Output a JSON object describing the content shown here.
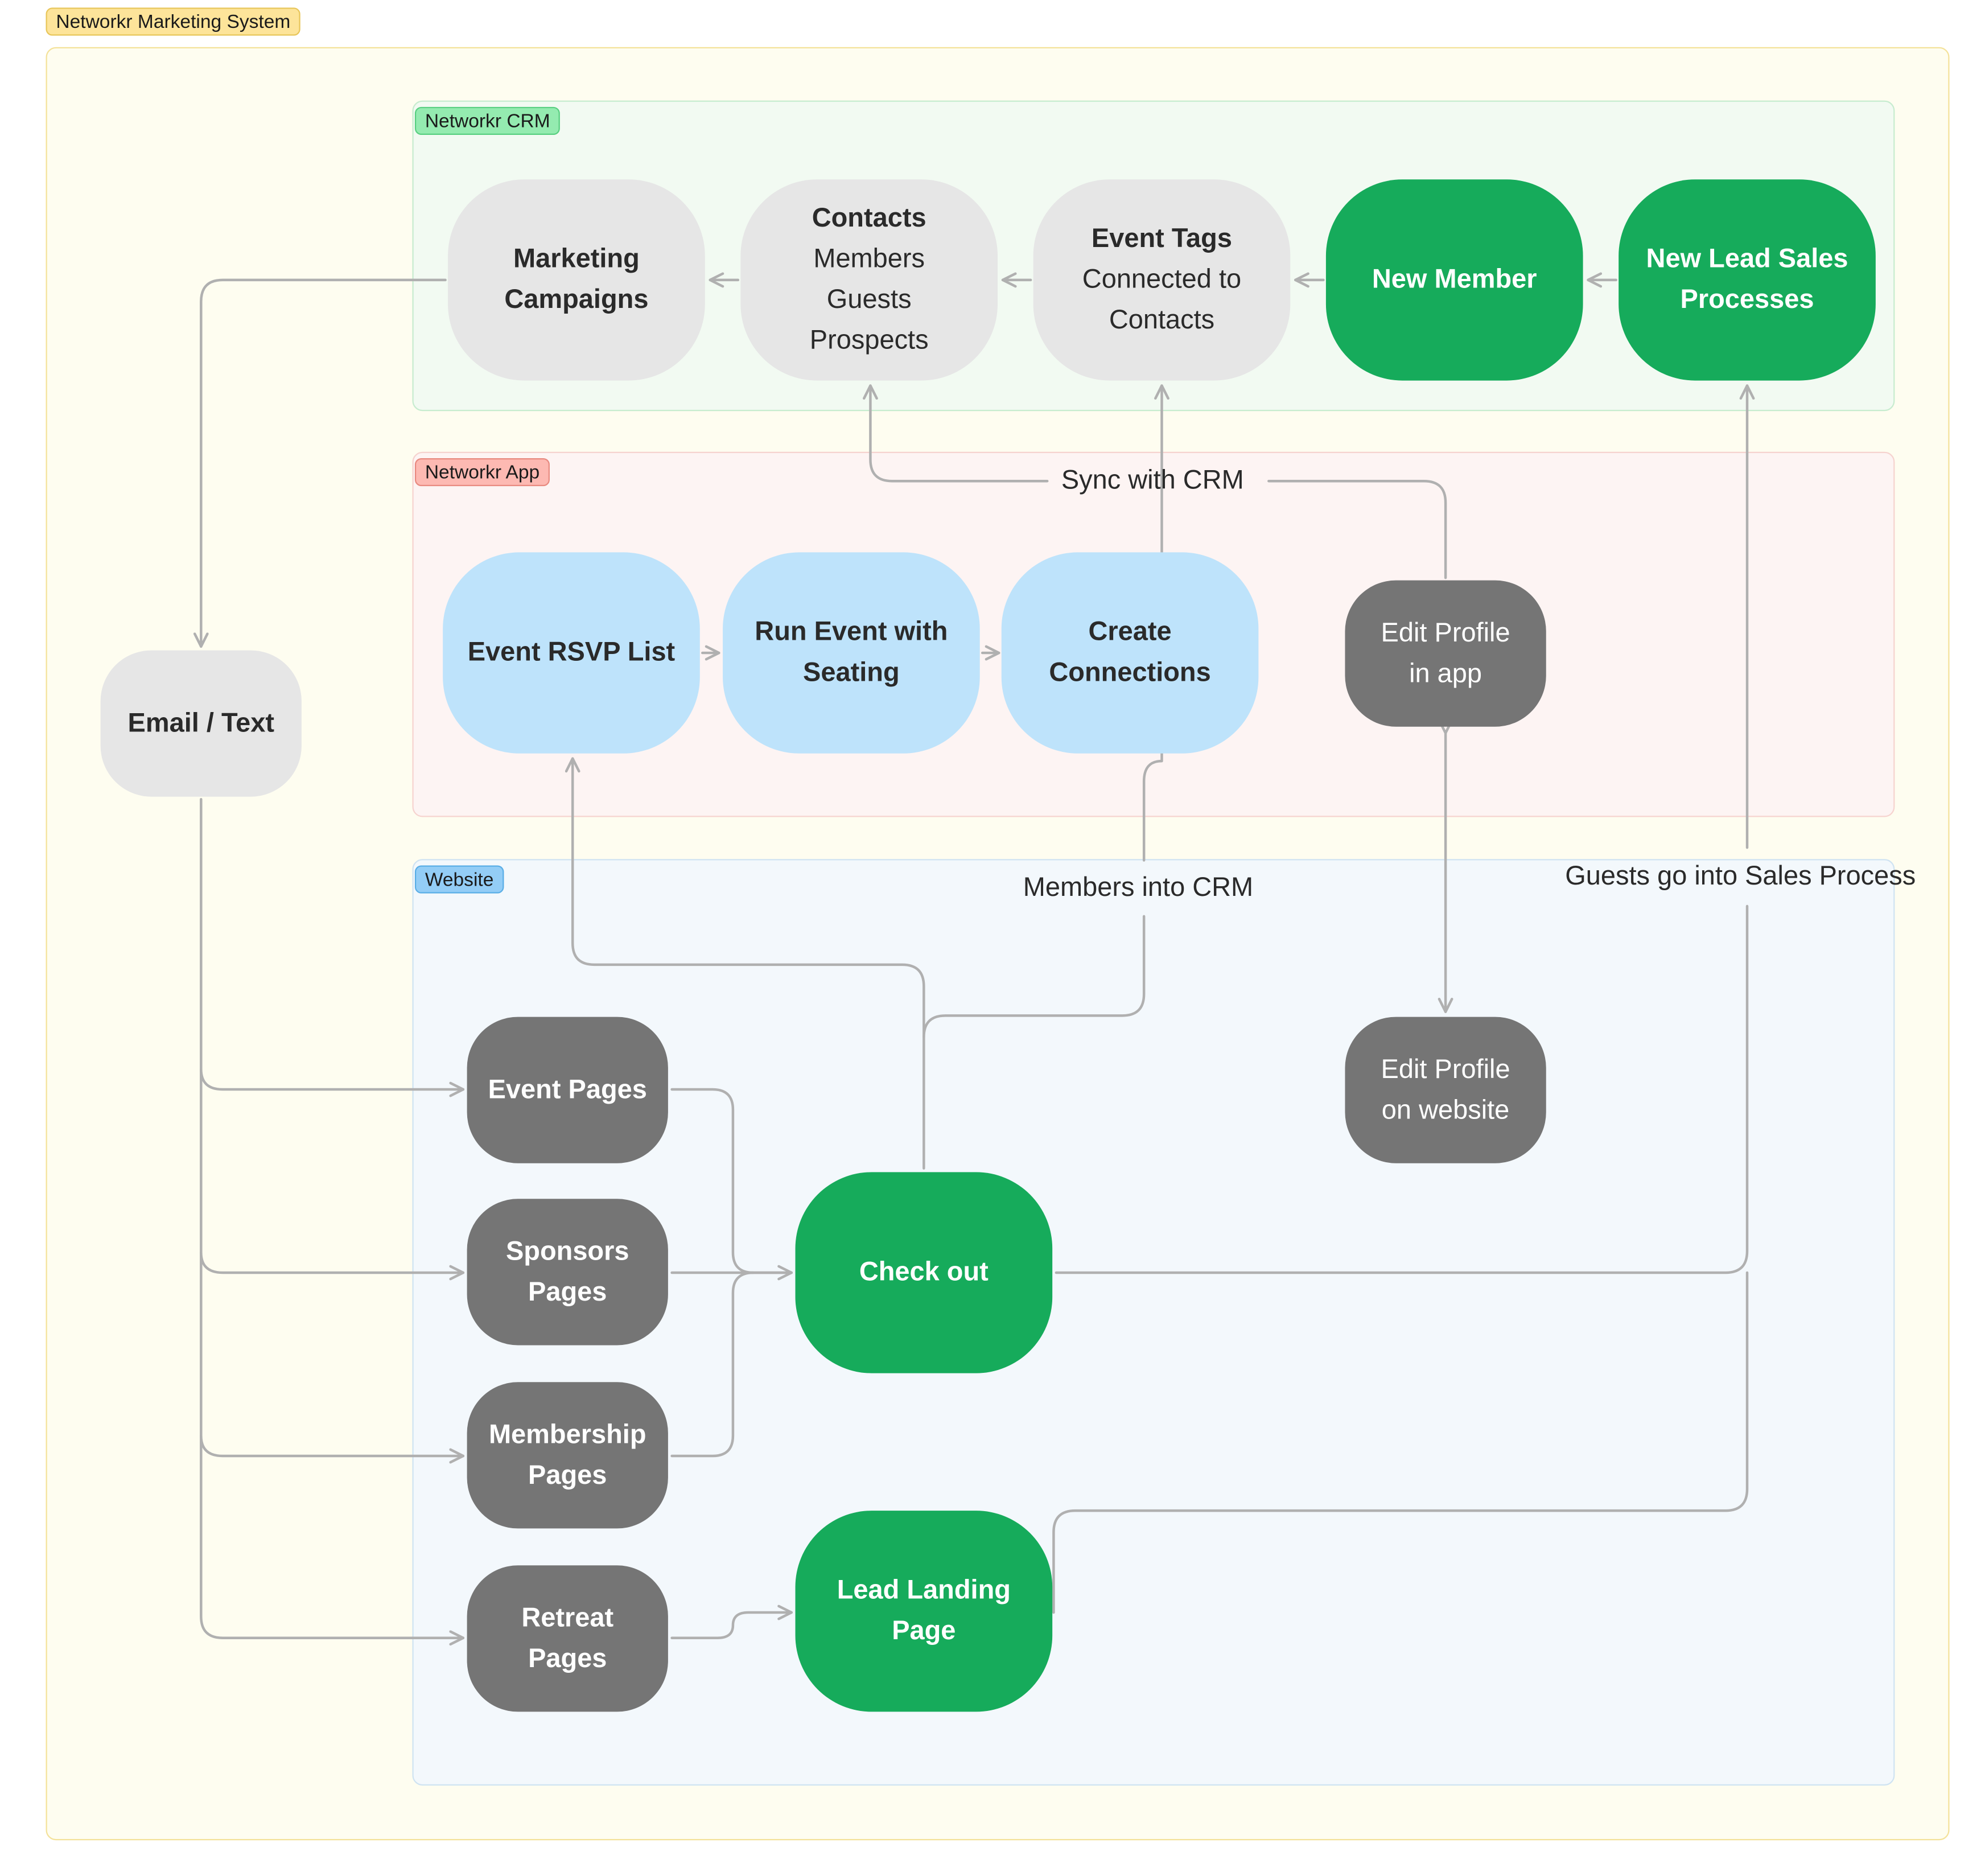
{
  "colors": {
    "outer_fill": "#fefdf0",
    "outer_border": "#f4e29a",
    "outer_tag": "#fde49a",
    "crm_fill": "#f2faf2",
    "crm_border": "#c7eccf",
    "crm_tag": "#94ebb0",
    "app_fill": "#fdf4f3",
    "app_border": "#f6d3cf",
    "app_tag": "#fdb9b2",
    "web_fill": "#f3f8fc",
    "web_border": "#cfe3f2",
    "web_tag": "#93cdf6",
    "edge": "#b0b0b0"
  },
  "sections": {
    "outer": "Networkr Marketing System",
    "crm": "Networkr CRM",
    "app": "Networkr App",
    "website": "Website"
  },
  "nodes": {
    "marketing_campaigns": {
      "line1": "Marketing",
      "line2": "Campaigns"
    },
    "contacts": {
      "title": "Contacts",
      "line1": "Members",
      "line2": "Guests",
      "line3": "Prospects"
    },
    "event_tags": {
      "title": "Event Tags",
      "line1": "Connected to",
      "line2": "Contacts"
    },
    "new_member": {
      "label": "New Member"
    },
    "new_lead_sales": {
      "line1": "New Lead Sales",
      "line2": "Processes"
    },
    "event_rsvp": {
      "label": "Event RSVP List"
    },
    "run_event": {
      "line1": "Run Event with",
      "line2": "Seating"
    },
    "create_connections": {
      "line1": "Create",
      "line2": "Connections"
    },
    "edit_profile_app": {
      "line1": "Edit Profile",
      "line2": "in app"
    },
    "email_text": {
      "label": "Email / Text"
    },
    "event_pages": {
      "label": "Event Pages"
    },
    "sponsors_pages": {
      "line1": "Sponsors",
      "line2": "Pages"
    },
    "membership_pages": {
      "line1": "Membership",
      "line2": "Pages"
    },
    "retreat_pages": {
      "line1": "Retreat",
      "line2": "Pages"
    },
    "check_out": {
      "label": "Check out"
    },
    "lead_landing": {
      "line1": "Lead Landing",
      "line2": "Page"
    },
    "edit_profile_web": {
      "line1": "Edit Profile",
      "line2": "on website"
    }
  },
  "edge_labels": {
    "sync_crm": "Sync with CRM",
    "members_crm": "Members into CRM",
    "guests_sales": "Guests go into Sales Process"
  }
}
